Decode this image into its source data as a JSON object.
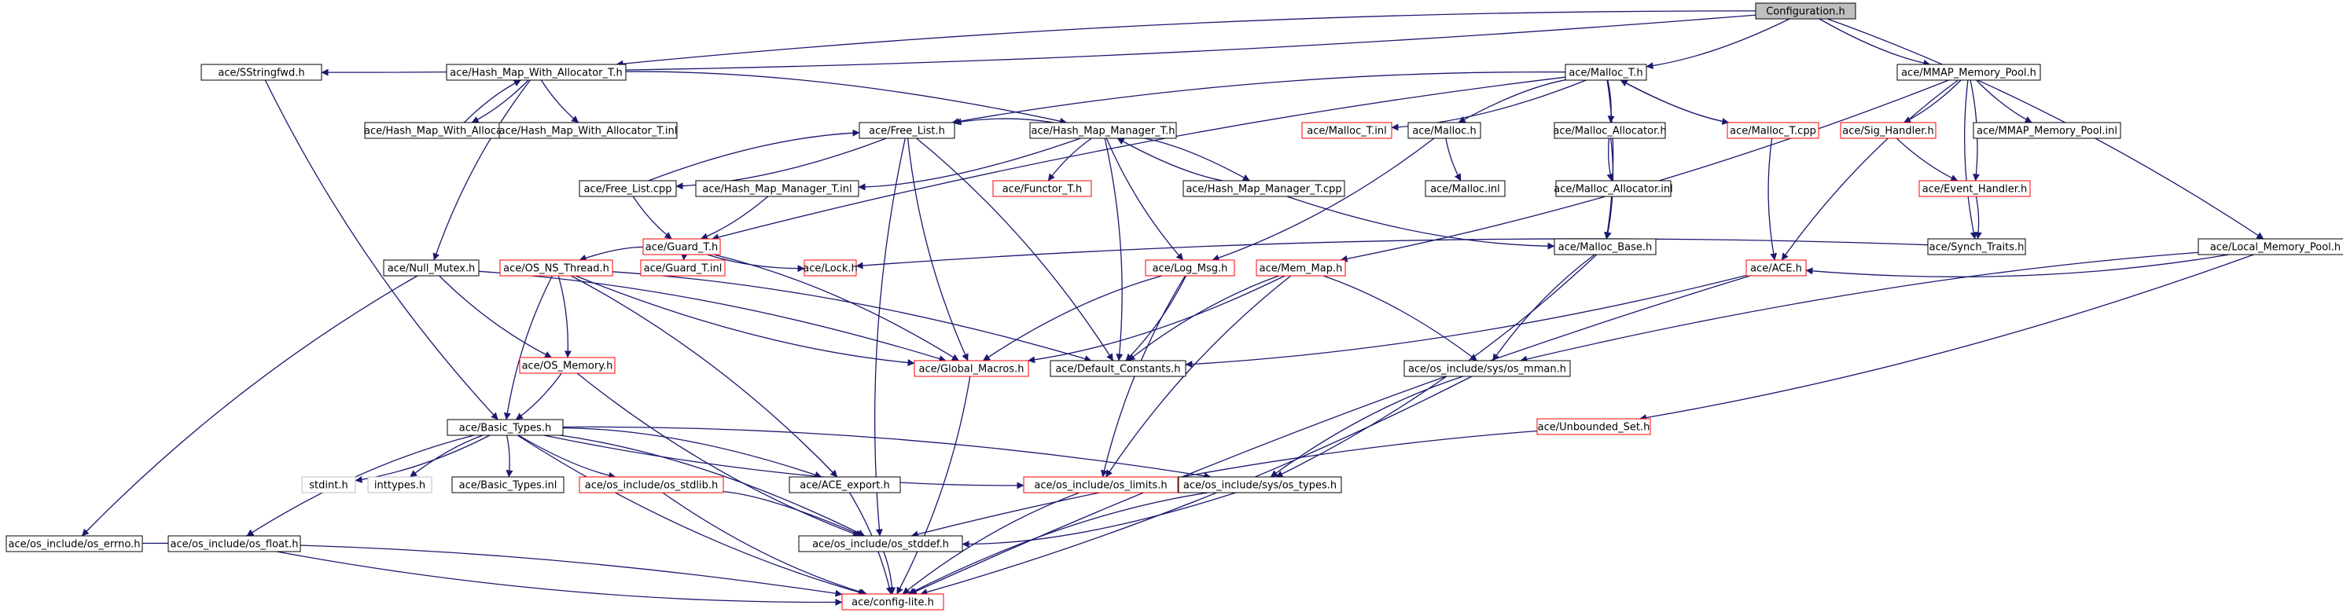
{
  "colors": {
    "edge": "#191970",
    "node_border": "#000000",
    "external_border": "#ff0000",
    "missing_border": "#bfbfbf",
    "root_fill": "#bfbfbf",
    "node_fill": "#ffffff"
  },
  "nodes": [
    {
      "id": "config",
      "label": "Configuration.h",
      "kind": "root"
    },
    {
      "id": "sstringfwd",
      "label": "ace/SStringfwd.h",
      "kind": "normal"
    },
    {
      "id": "hmwa",
      "label": "ace/Hash_Map_With_Allocator_T.h",
      "kind": "normal"
    },
    {
      "id": "malloct",
      "label": "ace/Malloc_T.h",
      "kind": "normal"
    },
    {
      "id": "mmap",
      "label": "ace/MMAP_Memory_Pool.h",
      "kind": "normal"
    },
    {
      "id": "hmwa_cpp",
      "label": "ace/Hash_Map_With_Allocator_T.cpp",
      "kind": "normal"
    },
    {
      "id": "hmwa_inl",
      "label": "ace/Hash_Map_With_Allocator_T.inl",
      "kind": "normal"
    },
    {
      "id": "freelist",
      "label": "ace/Free_List.h",
      "kind": "normal"
    },
    {
      "id": "hmm",
      "label": "ace/Hash_Map_Manager_T.h",
      "kind": "normal"
    },
    {
      "id": "malloct_inl",
      "label": "ace/Malloc_T.inl",
      "kind": "external"
    },
    {
      "id": "malloc_h",
      "label": "ace/Malloc.h",
      "kind": "normal"
    },
    {
      "id": "malloc_alloc",
      "label": "ace/Malloc_Allocator.h",
      "kind": "normal"
    },
    {
      "id": "malloct_cpp",
      "label": "ace/Malloc_T.cpp",
      "kind": "external"
    },
    {
      "id": "sighandler",
      "label": "ace/Sig_Handler.h",
      "kind": "external"
    },
    {
      "id": "mmap_inl",
      "label": "ace/MMAP_Memory_Pool.inl",
      "kind": "normal"
    },
    {
      "id": "freelist_cpp",
      "label": "ace/Free_List.cpp",
      "kind": "normal"
    },
    {
      "id": "hmm_inl",
      "label": "ace/Hash_Map_Manager_T.inl",
      "kind": "normal"
    },
    {
      "id": "functor",
      "label": "ace/Functor_T.h",
      "kind": "external"
    },
    {
      "id": "hmm_cpp",
      "label": "ace/Hash_Map_Manager_T.cpp",
      "kind": "normal"
    },
    {
      "id": "malloc_inl",
      "label": "ace/Malloc.inl",
      "kind": "normal"
    },
    {
      "id": "malloc_alloc_inl",
      "label": "ace/Malloc_Allocator.inl",
      "kind": "normal"
    },
    {
      "id": "eventhandler",
      "label": "ace/Event_Handler.h",
      "kind": "external"
    },
    {
      "id": "guard",
      "label": "ace/Guard_T.h",
      "kind": "external"
    },
    {
      "id": "mallocbase",
      "label": "ace/Malloc_Base.h",
      "kind": "normal"
    },
    {
      "id": "synch",
      "label": "ace/Synch_Traits.h",
      "kind": "normal"
    },
    {
      "id": "localmem",
      "label": "ace/Local_Memory_Pool.h",
      "kind": "normal"
    },
    {
      "id": "nullmutex",
      "label": "ace/Null_Mutex.h",
      "kind": "normal"
    },
    {
      "id": "osns",
      "label": "ace/OS_NS_Thread.h",
      "kind": "external"
    },
    {
      "id": "guard_inl",
      "label": "ace/Guard_T.inl",
      "kind": "external"
    },
    {
      "id": "lock",
      "label": "ace/Lock.h",
      "kind": "external"
    },
    {
      "id": "logmsg",
      "label": "ace/Log_Msg.h",
      "kind": "external"
    },
    {
      "id": "memmap",
      "label": "ace/Mem_Map.h",
      "kind": "external"
    },
    {
      "id": "ace",
      "label": "ace/ACE.h",
      "kind": "external"
    },
    {
      "id": "osmemory",
      "label": "ace/OS_Memory.h",
      "kind": "external"
    },
    {
      "id": "globalmacros",
      "label": "ace/Global_Macros.h",
      "kind": "external"
    },
    {
      "id": "defconst",
      "label": "ace/Default_Constants.h",
      "kind": "normal"
    },
    {
      "id": "osmman",
      "label": "ace/os_include/sys/os_mman.h",
      "kind": "normal"
    },
    {
      "id": "unbounded",
      "label": "ace/Unbounded_Set.h",
      "kind": "external"
    },
    {
      "id": "basictypes",
      "label": "ace/Basic_Types.h",
      "kind": "normal"
    },
    {
      "id": "stdint",
      "label": "stdint.h",
      "kind": "missing"
    },
    {
      "id": "inttypes",
      "label": "inttypes.h",
      "kind": "missing"
    },
    {
      "id": "basictypes_inl",
      "label": "ace/Basic_Types.inl",
      "kind": "normal"
    },
    {
      "id": "osstdlib",
      "label": "ace/os_include/os_stdlib.h",
      "kind": "external"
    },
    {
      "id": "aceexport",
      "label": "ace/ACE_export.h",
      "kind": "normal"
    },
    {
      "id": "oslimits",
      "label": "ace/os_include/os_limits.h",
      "kind": "external"
    },
    {
      "id": "ostypes",
      "label": "ace/os_include/sys/os_types.h",
      "kind": "normal"
    },
    {
      "id": "oserrno",
      "label": "ace/os_include/os_errno.h",
      "kind": "normal"
    },
    {
      "id": "osfloat",
      "label": "ace/os_include/os_float.h",
      "kind": "normal"
    },
    {
      "id": "osstddef",
      "label": "ace/os_include/os_stddef.h",
      "kind": "normal"
    },
    {
      "id": "configlite",
      "label": "ace/config-lite.h",
      "kind": "external"
    }
  ],
  "edges": [
    [
      "config",
      "sstringfwd"
    ],
    [
      "config",
      "hmwa"
    ],
    [
      "config",
      "malloct"
    ],
    [
      "config",
      "mmap"
    ],
    [
      "config",
      "localmem"
    ],
    [
      "sstringfwd",
      "basictypes"
    ],
    [
      "hmwa",
      "hmwa_cpp"
    ],
    [
      "hmwa",
      "hmwa_inl"
    ],
    [
      "hmwa",
      "hmm"
    ],
    [
      "hmwa",
      "nullmutex"
    ],
    [
      "hmwa_cpp",
      "hmwa"
    ],
    [
      "malloct",
      "freelist"
    ],
    [
      "malloct",
      "malloct_inl"
    ],
    [
      "malloct",
      "malloc_h"
    ],
    [
      "malloct",
      "malloc_alloc"
    ],
    [
      "malloct",
      "malloct_cpp"
    ],
    [
      "malloct",
      "mallocbase"
    ],
    [
      "malloct",
      "guard"
    ],
    [
      "malloct_cpp",
      "malloct"
    ],
    [
      "malloct_cpp",
      "ace"
    ],
    [
      "mmap",
      "sighandler"
    ],
    [
      "mmap",
      "mmap_inl"
    ],
    [
      "mmap",
      "eventhandler"
    ],
    [
      "mmap",
      "synch"
    ],
    [
      "mmap",
      "memmap"
    ],
    [
      "mmap",
      "ace"
    ],
    [
      "freelist",
      "freelist_cpp"
    ],
    [
      "freelist",
      "globalmacros"
    ],
    [
      "freelist",
      "defconst"
    ],
    [
      "freelist",
      "osstddef"
    ],
    [
      "freelist_cpp",
      "freelist"
    ],
    [
      "freelist_cpp",
      "guard"
    ],
    [
      "hmm",
      "hmm_inl"
    ],
    [
      "hmm",
      "functor"
    ],
    [
      "hmm",
      "hmm_cpp"
    ],
    [
      "hmm",
      "logmsg"
    ],
    [
      "hmm",
      "defconst"
    ],
    [
      "hmm",
      "freelist"
    ],
    [
      "hmm_cpp",
      "hmm"
    ],
    [
      "hmm_cpp",
      "mallocbase"
    ],
    [
      "hmm_inl",
      "guard"
    ],
    [
      "malloc_h",
      "malloc_inl"
    ],
    [
      "malloc_h",
      "logmsg"
    ],
    [
      "malloc_alloc",
      "malloc_alloc_inl"
    ],
    [
      "malloc_alloc",
      "mallocbase"
    ],
    [
      "sighandler",
      "eventhandler"
    ],
    [
      "eventhandler",
      "synch"
    ],
    [
      "synch",
      "lock"
    ],
    [
      "localmem",
      "ace"
    ],
    [
      "localmem",
      "osmman"
    ],
    [
      "localmem",
      "unbounded"
    ],
    [
      "guard",
      "lock"
    ],
    [
      "guard",
      "guard_inl"
    ],
    [
      "guard",
      "osns"
    ],
    [
      "guard",
      "globalmacros"
    ],
    [
      "mallocbase",
      "osmman"
    ],
    [
      "mallocbase",
      "ostypes"
    ],
    [
      "nullmutex",
      "osmemory"
    ],
    [
      "nullmutex",
      "globalmacros"
    ],
    [
      "nullmutex",
      "oserrno"
    ],
    [
      "osns",
      "osmemory"
    ],
    [
      "osns",
      "globalmacros"
    ],
    [
      "osns",
      "defconst"
    ],
    [
      "osns",
      "basictypes"
    ],
    [
      "osns",
      "aceexport"
    ],
    [
      "logmsg",
      "globalmacros"
    ],
    [
      "logmsg",
      "defconst"
    ],
    [
      "logmsg",
      "oslimits"
    ],
    [
      "memmap",
      "globalmacros"
    ],
    [
      "memmap",
      "defconst"
    ],
    [
      "memmap",
      "osmman"
    ],
    [
      "memmap",
      "oslimits"
    ],
    [
      "ace",
      "defconst"
    ],
    [
      "ace",
      "configlite"
    ],
    [
      "osmemory",
      "basictypes"
    ],
    [
      "osmemory",
      "osstddef"
    ],
    [
      "globalmacros",
      "configlite"
    ],
    [
      "osmman",
      "ostypes"
    ],
    [
      "osmman",
      "configlite"
    ],
    [
      "unbounded",
      "osstddef"
    ],
    [
      "basictypes",
      "stdint"
    ],
    [
      "basictypes",
      "inttypes"
    ],
    [
      "basictypes",
      "basictypes_inl"
    ],
    [
      "basictypes",
      "osstdlib"
    ],
    [
      "basictypes",
      "aceexport"
    ],
    [
      "basictypes",
      "oslimits"
    ],
    [
      "basictypes",
      "ostypes"
    ],
    [
      "basictypes",
      "osfloat"
    ],
    [
      "basictypes",
      "osstddef"
    ],
    [
      "basictypes",
      "configlite"
    ],
    [
      "osstdlib",
      "osstddef"
    ],
    [
      "osstdlib",
      "configlite"
    ],
    [
      "aceexport",
      "configlite"
    ],
    [
      "oslimits",
      "configlite"
    ],
    [
      "ostypes",
      "osstddef"
    ],
    [
      "ostypes",
      "configlite"
    ],
    [
      "oserrno",
      "configlite"
    ],
    [
      "osfloat",
      "configlite"
    ],
    [
      "osstddef",
      "configlite"
    ]
  ]
}
